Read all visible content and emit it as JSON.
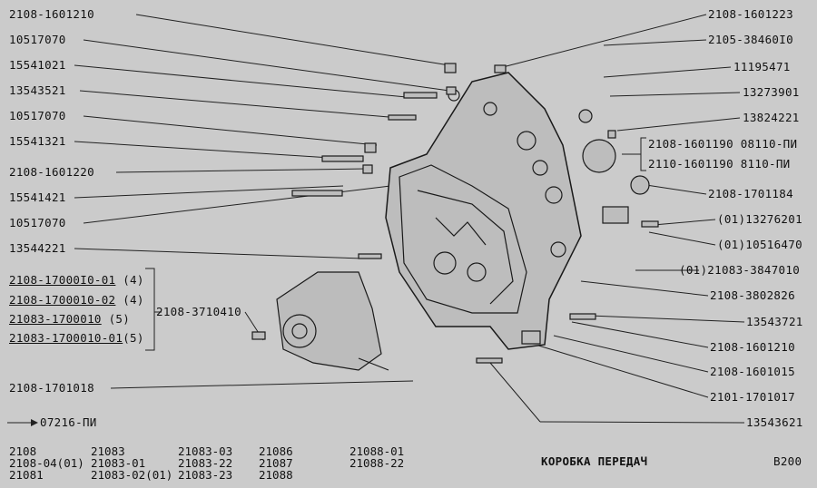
{
  "left_labels": [
    "2108-1601210",
    "10517070",
    "15541021",
    "13543521",
    "10517070",
    "15541321",
    "2108-1601220",
    "15541421",
    "10517070",
    "13544221"
  ],
  "right_labels": [
    "2108-1601223",
    "2105-38460I0",
    "11195471",
    "13273901",
    "13824221",
    "2108-1701184",
    "(01)13276201",
    "(01)10516470",
    "(01)21083-3847010",
    "2108-3802826",
    "13543721",
    "2108-1601210",
    "2108-1601015",
    "2101-1701017",
    "13543621"
  ],
  "bracket_right": [
    "2108-1601190  08110-ПИ",
    "2110-1601190   8110-ПИ"
  ],
  "group_items": [
    {
      "code": "2108-17000I0-01",
      "qty": "(4)"
    },
    {
      "code": "2108-1700010-02",
      "qty": "(4)"
    },
    {
      "code": "21083-1700010",
      "qty": "(5)"
    },
    {
      "code": "21083-1700010-01",
      "qty": "(5)"
    }
  ],
  "group_label": "2108-3710410",
  "housing_label": "2108-1701018",
  "ref_note": "07216-ПИ",
  "models": [
    [
      "2108",
      "2108-04(01)",
      "21081"
    ],
    [
      "21083",
      "21083-01",
      "21083-02(01)"
    ],
    [
      "21083-03",
      "21083-22",
      "21083-23"
    ],
    [
      "21086",
      "21087",
      "21088"
    ],
    [
      "21088-01",
      "21088-22"
    ]
  ],
  "caption": "КОРОБКА ПЕРЕДАЧ",
  "page_code": "B200"
}
